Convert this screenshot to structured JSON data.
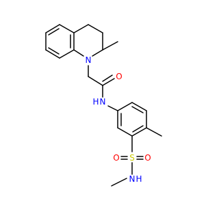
{
  "colors": {
    "bond": "#000000",
    "nitrogen": "#0000FF",
    "oxygen": "#FF0000",
    "sulfur": "#CCCC00",
    "background": "#FFFFFF"
  },
  "atoms": {
    "n_ring": "N",
    "o_amide": "O",
    "n_amide": "N",
    "h_amide": "H",
    "s_sulfonyl": "S",
    "o_sulfonyl_left": "O",
    "o_sulfonyl_right": "O",
    "n_sulfonamide": "N",
    "h_sulfonamide": "H"
  }
}
